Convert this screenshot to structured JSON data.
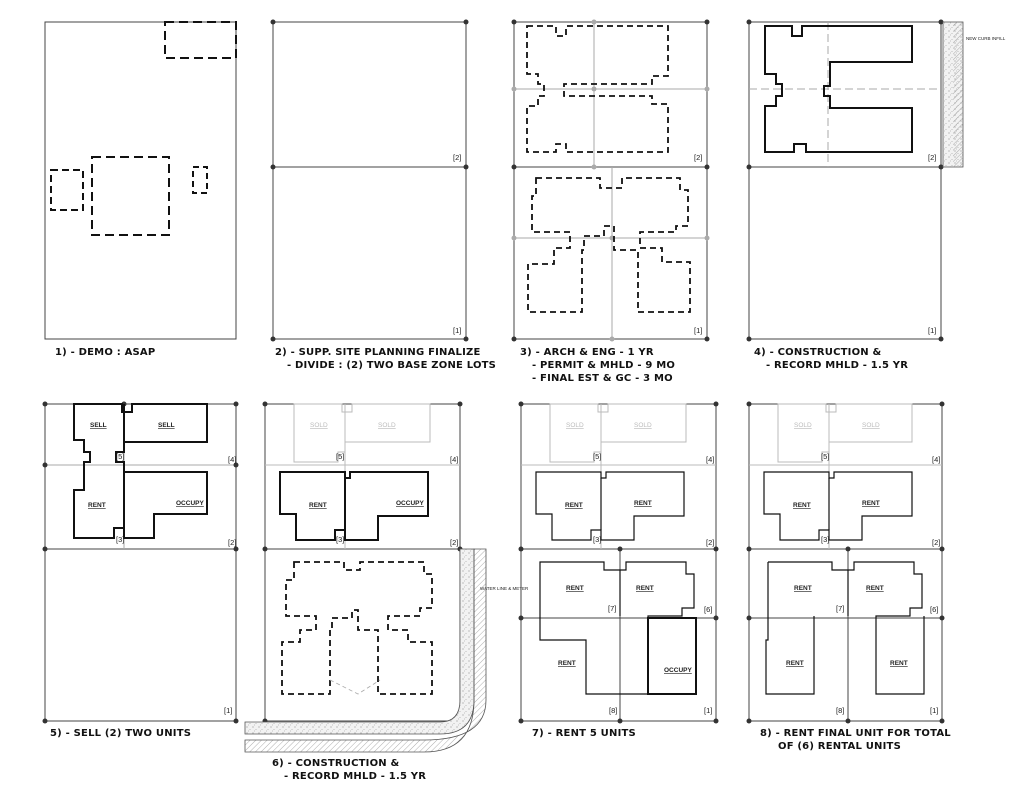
{
  "captions": {
    "p1": [
      "1) - DEMO : ASAP"
    ],
    "p2": [
      "2) - SUPP. SITE PLANNING FINALIZE",
      "- DIVIDE : (2) TWO BASE ZONE LOTS"
    ],
    "p3": [
      "3) - ARCH & ENG - 1 YR",
      "- PERMIT & MHLD - 9 MO",
      "- FINAL EST & GC - 3 MO"
    ],
    "p4": [
      "4) - CONSTRUCTION &",
      "- RECORD MHLD - 1.5 YR"
    ],
    "p5": [
      "5) - SELL (2) TWO UNITS"
    ],
    "p6": [
      "6) - CONSTRUCTION &",
      "- RECORD MHLD - 1.5 YR"
    ],
    "p7": [
      "7) - RENT 5 UNITS"
    ],
    "p8": [
      "8) - RENT FINAL UNIT FOR TOTAL",
      "OF (6) RENTAL UNITS"
    ]
  },
  "lot_tags": {
    "t1": "[1]",
    "t2": "[2]",
    "t3": "[3]",
    "t4": "[4]",
    "t5": "[5]",
    "t6": "[6]",
    "t7": "[7]",
    "t8": "[8]"
  },
  "unit_labels": {
    "sell": "SELL",
    "sold": "SOLD",
    "rent": "RENT",
    "occupy": "OCCUPY"
  },
  "site_notes": {
    "curb": "NEW CURB INFILL",
    "water": "WATER LINE & METER"
  },
  "colors": {
    "line": "#111111",
    "faint": "#bbbbbb",
    "grid": "#888888",
    "hatch": "#999999"
  }
}
